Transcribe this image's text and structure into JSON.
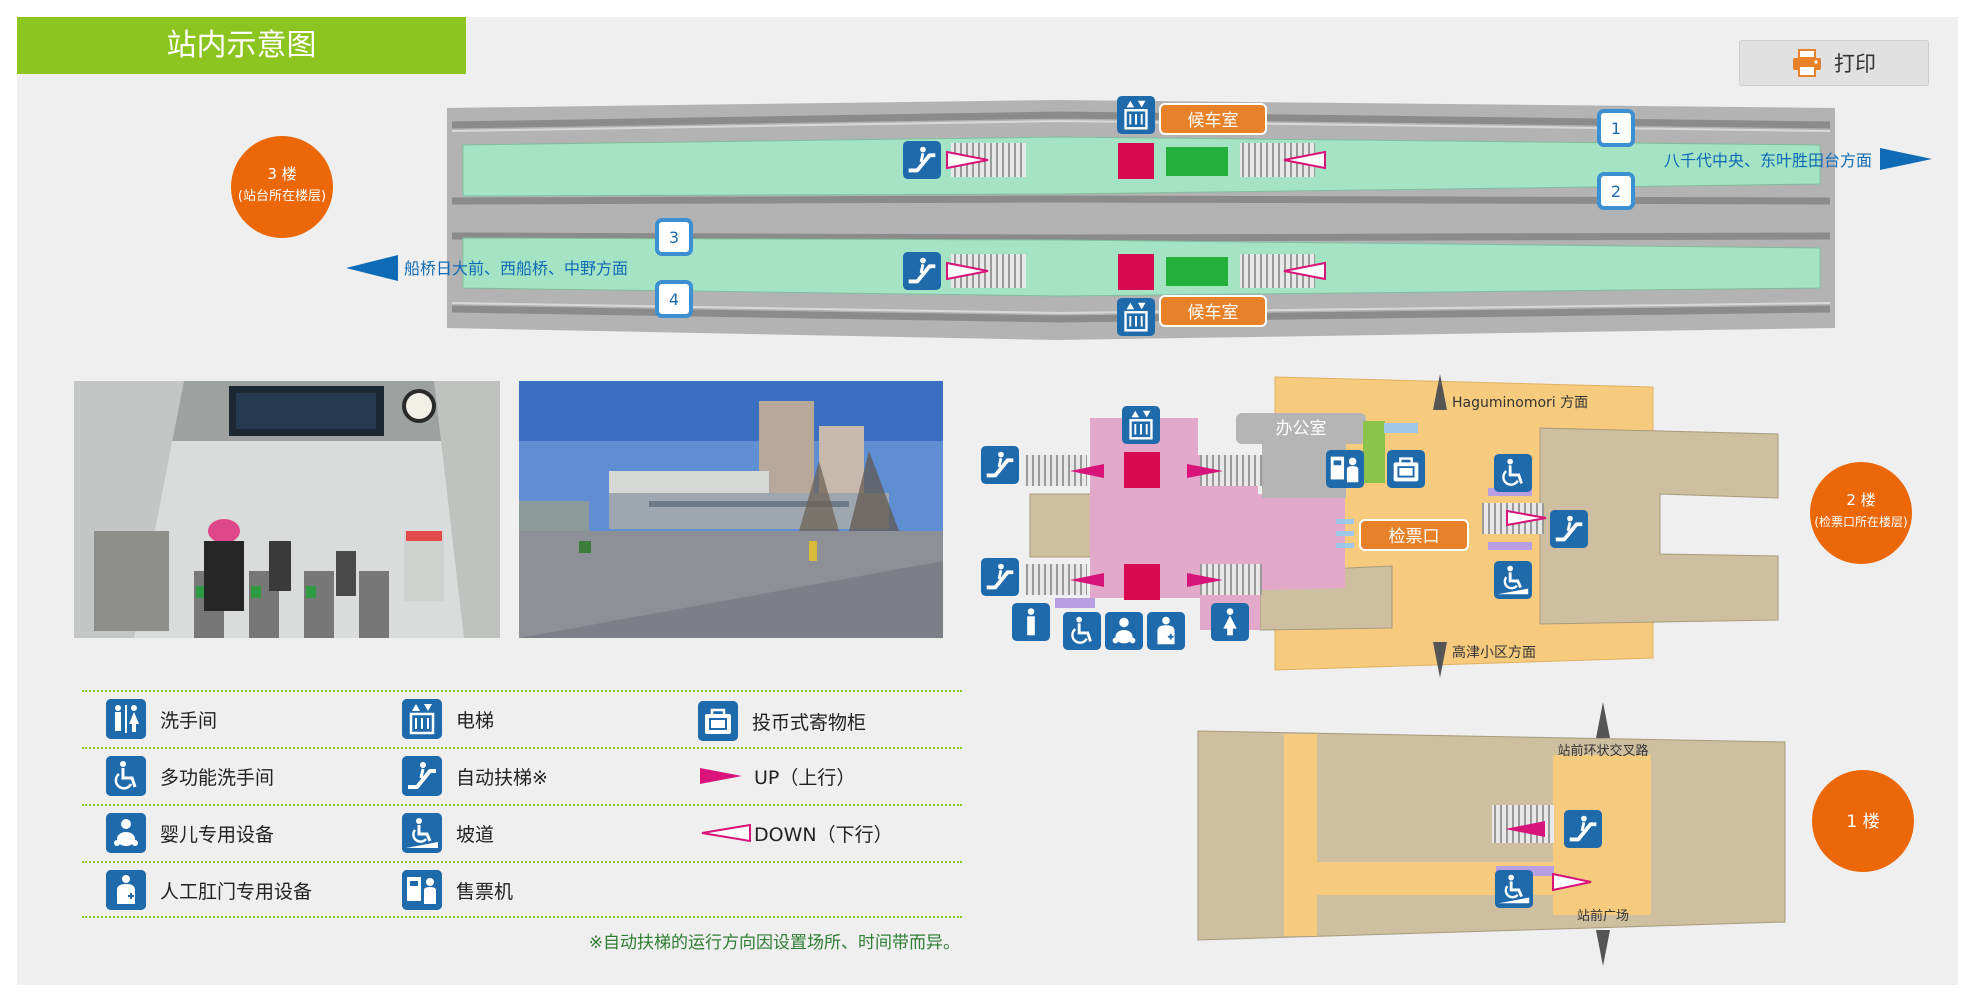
{
  "page": {
    "title": "站内示意图",
    "print_label": "打印"
  },
  "platform_3f": {
    "floor_label": "3 楼",
    "floor_sub": "(站台所在楼层)",
    "waiting_room_top": "候车室",
    "waiting_room_bottom": "候车室",
    "direction_east": "八千代中央、东叶胜田台方面",
    "direction_west": "船桥日大前、西船桥、中野方面",
    "tracks": [
      "1",
      "2",
      "3",
      "4"
    ]
  },
  "concourse_2f": {
    "floor_label": "2 楼",
    "floor_sub": "(检票口所在楼层)",
    "office": "办公室",
    "ticket_gate": "检票口",
    "north_direction": "Haguminomori 方面",
    "south_direction": "高津小区方面"
  },
  "ground_1f": {
    "floor_label": "1 楼",
    "north_exit": "站前环状交叉路",
    "south_exit": "站前广场"
  },
  "legend": {
    "toilet": "洗手间",
    "multi_toilet": "多功能洗手间",
    "baby": "婴儿专用设备",
    "ostomy": "人工肛门专用设备",
    "elevator": "电梯",
    "escalator": "自动扶梯※",
    "slope": "坡道",
    "ticket_machine": "售票机",
    "locker": "投币式寄物柜",
    "up": "UP（上行）",
    "down": "DOWN（下行）"
  },
  "note": "※自动扶梯的运行方向因设置场所、时间带而异。",
  "colors": {
    "title_bg": "#8cc520",
    "platform": "#a4e3c3",
    "concourse": "#e3a9cb",
    "walkway": "#f7cb7e",
    "floor_badge": "#eb6708",
    "icon_blue": "#1f6aab",
    "direction_blue": "#0f6bb5",
    "up_arrow": "#d8137a",
    "room_orange": "#e8822a"
  },
  "icons": [
    "elevator-icon",
    "escalator-icon",
    "toilet-icon",
    "wheelchair-icon",
    "baby-icon",
    "ostomy-icon",
    "slope-icon",
    "ticket-machine-icon",
    "locker-icon",
    "printer-icon"
  ]
}
